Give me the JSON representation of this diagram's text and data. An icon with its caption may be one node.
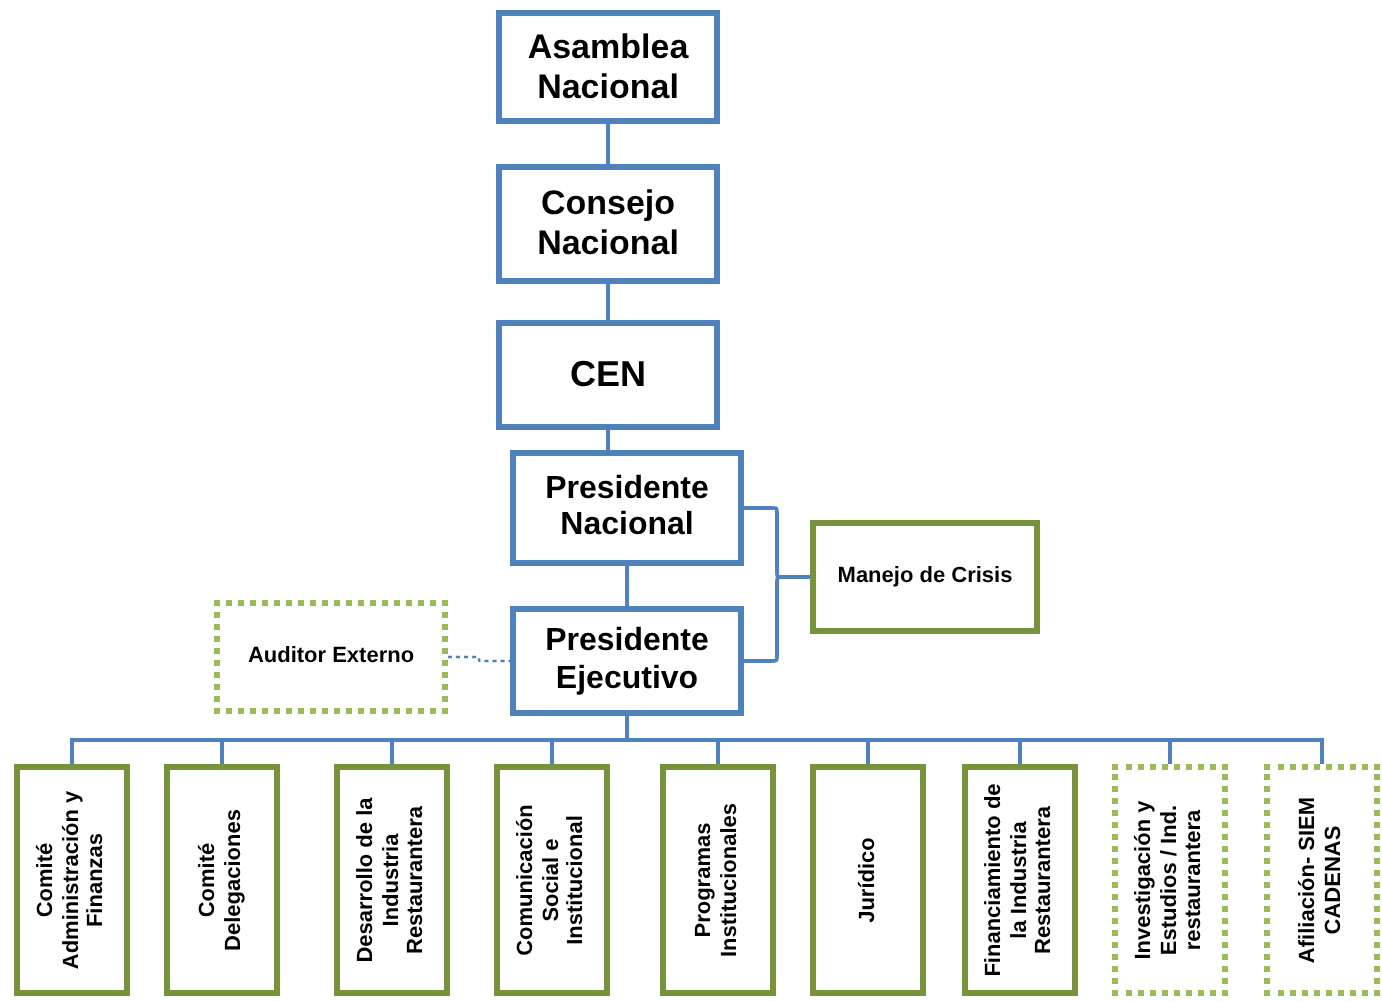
{
  "diagram": {
    "nodes": [
      {
        "text": [
          "Asamblea Nacional"
        ]
      },
      {
        "text": [
          "Consejo Nacional"
        ]
      },
      {
        "text": [
          "CEN"
        ]
      },
      {
        "text": [
          "Presidente Nacional"
        ]
      },
      {
        "text": [
          "Presidente Ejecutivo"
        ]
      },
      {
        "text": [
          "Manejo de Crisis"
        ]
      },
      {
        "text": [
          "Auditor Externo"
        ]
      },
      {
        "text": [
          "Comité Administración y Finanzas"
        ]
      },
      {
        "text": [
          "Comité Delegaciones"
        ]
      },
      {
        "text": [
          "Desarrollo de la Industria Restaurantera"
        ]
      },
      {
        "text": [
          "Comunicación Social e Institucional"
        ]
      },
      {
        "text": [
          "Programas Institucionales"
        ]
      },
      {
        "text": [
          "Jurídico"
        ]
      },
      {
        "text": [
          "Financiamiento de la Industria Restaurantera"
        ]
      },
      {
        "text": [
          "Investigación y Estudios / Ind. restaurantera"
        ]
      },
      {
        "text": [
          "Afiliación- SIEM CADENAS"
        ]
      }
    ],
    "edges": [
      {
        "from": 0,
        "to": 1,
        "arrow": "none"
      },
      {
        "from": 1,
        "to": 2,
        "arrow": "none"
      },
      {
        "from": 2,
        "to": 3,
        "arrow": "none"
      },
      {
        "from": 3,
        "to": 4,
        "arrow": "none"
      },
      {
        "from": 3,
        "to": 5,
        "arrow": "none"
      },
      {
        "from": 4,
        "to": 5,
        "arrow": "none"
      },
      {
        "from": 6,
        "to": 4,
        "arrow": "none",
        "style": "dashed"
      },
      {
        "from": 4,
        "to": 7,
        "arrow": "none"
      },
      {
        "from": 4,
        "to": 8,
        "arrow": "none"
      },
      {
        "from": 4,
        "to": 9,
        "arrow": "none"
      },
      {
        "from": 4,
        "to": 10,
        "arrow": "none"
      },
      {
        "from": 4,
        "to": 11,
        "arrow": "none"
      },
      {
        "from": 4,
        "to": 12,
        "arrow": "none"
      },
      {
        "from": 4,
        "to": 13,
        "arrow": "none"
      },
      {
        "from": 4,
        "to": 14,
        "arrow": "none"
      },
      {
        "from": 4,
        "to": 15,
        "arrow": "none"
      }
    ]
  }
}
